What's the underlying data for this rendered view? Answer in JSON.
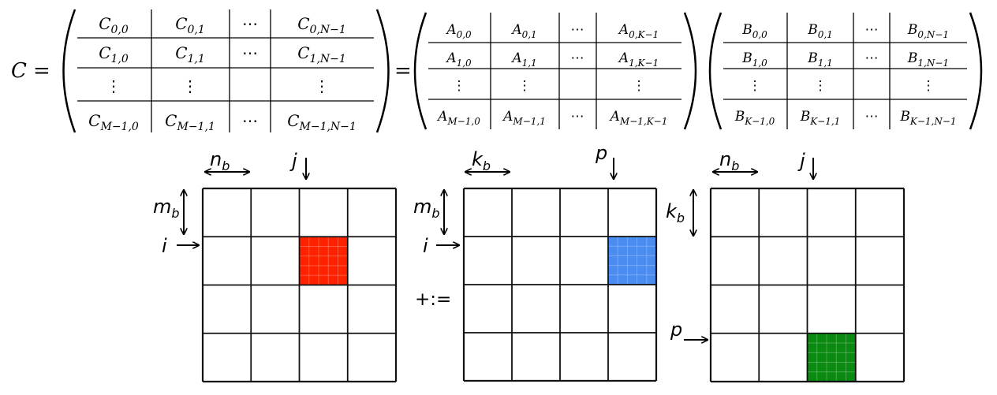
{
  "equation": {
    "lhs": "C",
    "equals_1": "=",
    "equals_2": "=",
    "matrix_c": [
      [
        "C0,0",
        "C0,1",
        "⋯",
        "C0,N−1"
      ],
      [
        "C1,0",
        "C1,1",
        "⋯",
        "C1,N−1"
      ],
      [
        "⋮",
        "⋮",
        "",
        "⋮"
      ],
      [
        "CM−1,0",
        "CM−1,1",
        "⋯",
        "CM−1,N−1"
      ]
    ],
    "matrix_a": [
      [
        "A0,0",
        "A0,1",
        "⋯",
        "A0,K−1"
      ],
      [
        "A1,0",
        "A1,1",
        "⋯",
        "A1,K−1"
      ],
      [
        "⋮",
        "⋮",
        "",
        "⋮"
      ],
      [
        "AM−1,0",
        "AM−1,1",
        "⋯",
        "AM−1,K−1"
      ]
    ],
    "matrix_b": [
      [
        "B0,0",
        "B0,1",
        "⋯",
        "B0,N−1"
      ],
      [
        "B1,0",
        "B1,1",
        "⋯",
        "B1,N−1"
      ],
      [
        "⋮",
        "⋮",
        "",
        "⋮"
      ],
      [
        "BK−1,0",
        "BK−1,1",
        "⋯",
        "BK−1,N−1"
      ]
    ]
  },
  "grids": {
    "c": {
      "block_row": 1,
      "block_col": 2,
      "fill": "#ff2200",
      "top_label": "n",
      "top_sub": "b",
      "side_label": "m",
      "side_sub": "b",
      "col_label": "j",
      "row_label": "i"
    },
    "a": {
      "block_row": 1,
      "block_col": 3,
      "fill": "#4a8cf0",
      "top_label": "k",
      "top_sub": "b",
      "side_label": "m",
      "side_sub": "b",
      "col_label": "p",
      "row_label": "i"
    },
    "b": {
      "block_row": 3,
      "block_col": 2,
      "fill": "#0a8a10",
      "top_label": "n",
      "top_sub": "b",
      "side_label": "k",
      "side_sub": "b",
      "col_label": "j",
      "row_label": "p"
    }
  },
  "update_operator": "+:="
}
